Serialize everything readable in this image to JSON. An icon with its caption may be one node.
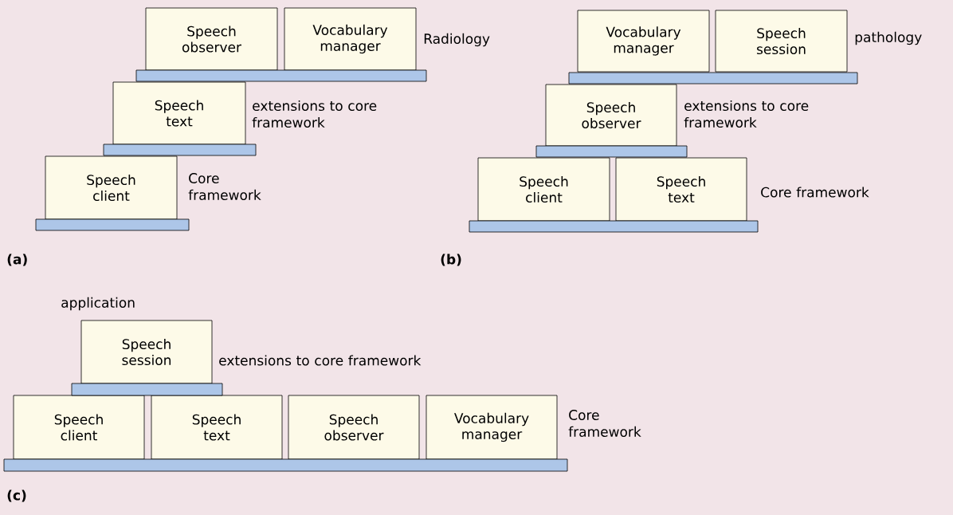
{
  "diagram": {
    "nodes": [
      {
        "text": [
          "Speech observer"
        ]
      },
      {
        "text": [
          "Vocabulary manager"
        ]
      },
      {
        "text": [
          "Speech text"
        ]
      },
      {
        "text": [
          "Speech client"
        ]
      },
      {
        "text": [
          "Vocabulary manager"
        ]
      },
      {
        "text": [
          "Speech session"
        ]
      },
      {
        "text": [
          "Speech observer"
        ]
      },
      {
        "text": [
          "Speech client"
        ]
      },
      {
        "text": [
          "Speech text"
        ]
      },
      {
        "text": [
          "Speech session"
        ]
      },
      {
        "text": [
          "Speech client"
        ]
      },
      {
        "text": [
          "Speech text"
        ]
      },
      {
        "text": [
          "Speech observer"
        ]
      },
      {
        "text": [
          "Vocabulary manager"
        ]
      },
      {
        "text": [],
        "shape": "bar"
      },
      {
        "text": [],
        "shape": "bar"
      },
      {
        "text": [],
        "shape": "bar"
      },
      {
        "text": [],
        "shape": "bar"
      },
      {
        "text": [],
        "shape": "bar"
      },
      {
        "text": [],
        "shape": "bar"
      },
      {
        "text": [],
        "shape": "bar"
      },
      {
        "text": [],
        "shape": "bar"
      }
    ],
    "labels": [
      "Radiology",
      "pathology",
      "extensions to core framework",
      "extensions to core framework",
      "Core framework",
      "Core framework",
      "(a)",
      "(b)",
      "application",
      "extensions to core framework",
      "Core framework",
      "(c)"
    ]
  }
}
